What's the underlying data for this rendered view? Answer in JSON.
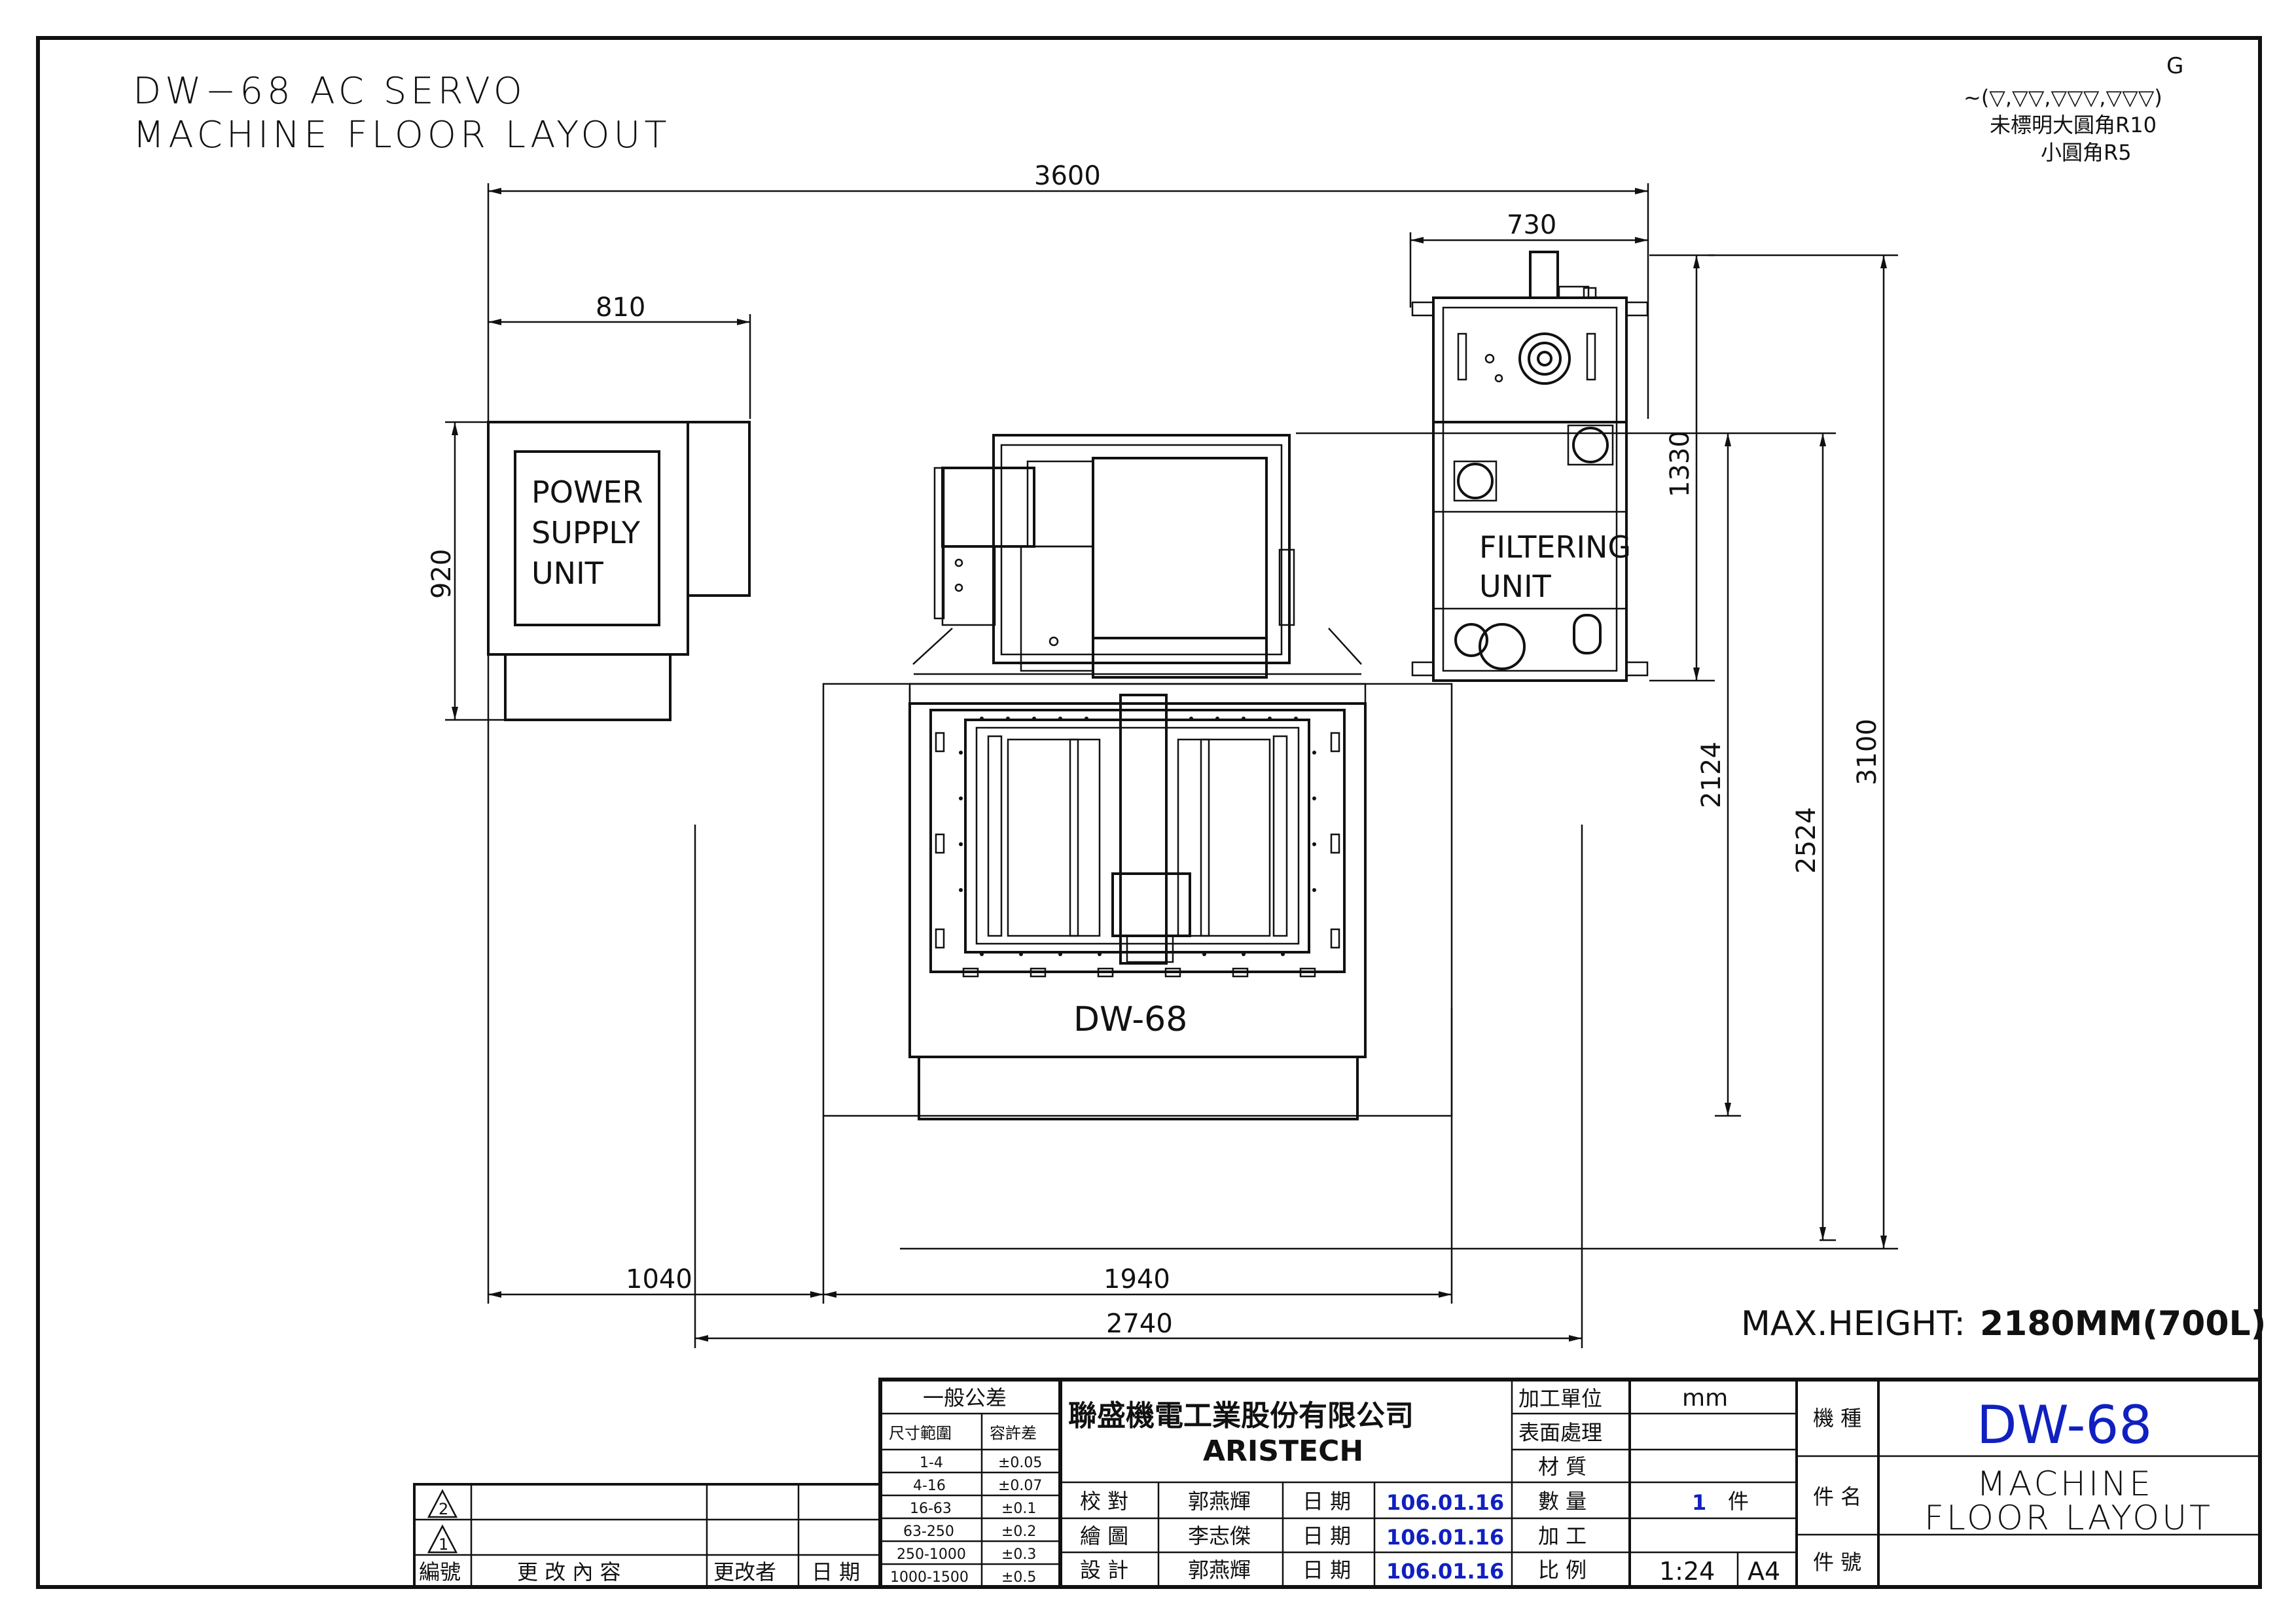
{
  "title": {
    "line1": "DW−68  AC  SERVO",
    "line2": "MACHINE  FLOOR  LAYOUT"
  },
  "surface_note": {
    "symbol": "~(▽,▽▽,▽▽▽,▽▽▽)",
    "symbol_top": "G",
    "line1": "未標明大圓角R10",
    "line2": "小圓角R5"
  },
  "dimensions": {
    "d3600": "3600",
    "d810": "810",
    "d730": "730",
    "d920": "920",
    "d1330": "1330",
    "d2124": "2124",
    "d2524": "2524",
    "d3100": "3100",
    "d1040": "1040",
    "d1940": "1940",
    "d2740": "2740"
  },
  "labels": {
    "power_supply": [
      "POWER",
      "SUPPLY",
      "UNIT"
    ],
    "filtering": [
      "FILTERING",
      "UNIT"
    ],
    "machine": "DW-68"
  },
  "max_height": {
    "label": "MAX.HEIGHT:",
    "value": "2180MM(700L)"
  },
  "title_block": {
    "tolerance": {
      "header": "一般公差",
      "col1": "尺寸範圍",
      "col2": "容許差",
      "rows": [
        [
          "1-4",
          "±0.05"
        ],
        [
          "4-16",
          "±0.07"
        ],
        [
          "16-63",
          "±0.1"
        ],
        [
          "63-250",
          "±0.2"
        ],
        [
          "250-1000",
          "±0.3"
        ],
        [
          "1000-1500",
          "±0.5"
        ]
      ]
    },
    "company_cn": "聯盛機電工業股份有限公司",
    "company_en": "ARISTECH",
    "check": "校 對",
    "draw": "繪 圖",
    "design": "設 計",
    "checker": "郭燕輝",
    "drawer": "李志傑",
    "designer": "郭燕輝",
    "date_label": "日 期",
    "date": "106.01.16",
    "unit_label": "加工單位",
    "unit_value": "mm",
    "surface_label": "表面處理",
    "material_label": "材 質",
    "qty_label": "數 量",
    "qty_value": "1",
    "qty_unit": "件",
    "process_label": "加 工",
    "scale_label": "比 例",
    "scale_value": "1:24",
    "paper": "A4",
    "model_label": "機 種",
    "model_value": "DW-68",
    "part_label": "件 名",
    "part_value1": "MACHINE",
    "part_value2": "FLOOR  LAYOUT",
    "partno_label": "件 號",
    "revision": {
      "rev2": "2",
      "rev1": "1",
      "no": "編號",
      "content": "更 改 內 容",
      "by": "更改者",
      "date": "日 期"
    }
  }
}
